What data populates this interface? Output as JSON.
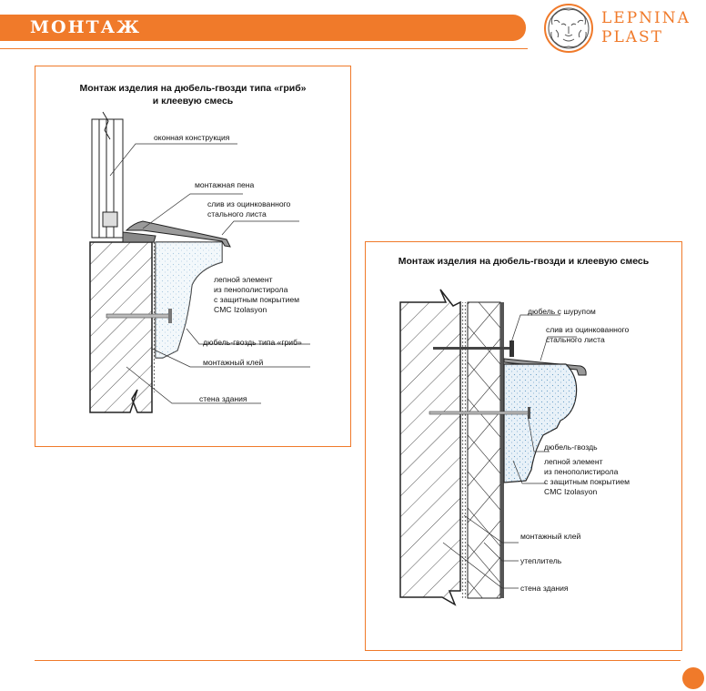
{
  "header": {
    "title": "МОНТАЖ",
    "brand_line1": "LEPNINA",
    "brand_line2": "PLAST",
    "accent_color": "#f07a2a"
  },
  "diagram1": {
    "title_line1": "Монтаж изделия на дюбель-гвозди типа «гриб»",
    "title_line2": "и клеевую смесь",
    "labels": {
      "window": "оконная конструкция",
      "foam": "монтажная пена",
      "drip_line1": "слив из оцинкованного",
      "drip_line2": "стального листа",
      "element_line1": "лепной элемент",
      "element_line2": "из пенополистирола",
      "element_line3": "с защитным покрытием",
      "element_line4": "CMC Izolasyon",
      "dowel": "дюбель-гвоздь типа «гриб»",
      "glue": "монтажный клей",
      "wall": "стена здания"
    }
  },
  "diagram2": {
    "title": "Монтаж изделия на дюбель-гвозди и клеевую смесь",
    "labels": {
      "screw_dowel": "дюбель с шурупом",
      "drip_line1": "слив из оцинкованного",
      "drip_line2": "стального листа",
      "dowel": "дюбель-гвоздь",
      "element_line1": "лепной элемент",
      "element_line2": "из пенополистирола",
      "element_line3": "с защитным покрытием",
      "element_line4": "CMC Izolasyon",
      "glue": "монтажный клей",
      "insulation": "утеплитель",
      "wall": "стена здания"
    }
  }
}
